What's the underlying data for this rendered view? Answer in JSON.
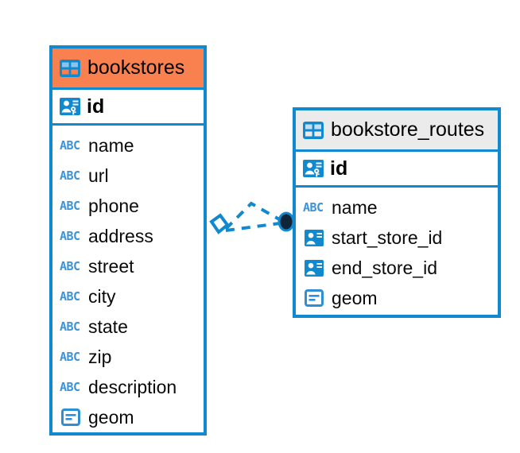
{
  "diagram": {
    "type": "entity-relationship-diagram",
    "background_color": "#ffffff",
    "accent_blue": "#1189CF",
    "header_orange": "#F9804F",
    "header_gray": "#EBEBEB",
    "icon_blue": "#1189CF",
    "abc_blue": "#3C93D8",
    "endpoint_dark": "#10253A"
  },
  "entities": [
    {
      "name": "bookstores",
      "title": "bookstores",
      "header_style": "accent",
      "table_icon": "table-icon",
      "primary_key": {
        "label": "id",
        "icon": "primary-key-icon"
      },
      "fields": [
        {
          "label": "name",
          "icon": "abc-text-icon",
          "icon_text": "ABC"
        },
        {
          "label": "url",
          "icon": "abc-text-icon",
          "icon_text": "ABC"
        },
        {
          "label": "phone",
          "icon": "abc-text-icon",
          "icon_text": "ABC"
        },
        {
          "label": "address",
          "icon": "abc-text-icon",
          "icon_text": "ABC"
        },
        {
          "label": "street",
          "icon": "abc-text-icon",
          "icon_text": "ABC"
        },
        {
          "label": "city",
          "icon": "abc-text-icon",
          "icon_text": "ABC"
        },
        {
          "label": "state",
          "icon": "abc-text-icon",
          "icon_text": "ABC"
        },
        {
          "label": "zip",
          "icon": "abc-text-icon",
          "icon_text": "ABC"
        },
        {
          "label": "description",
          "icon": "abc-text-icon",
          "icon_text": "ABC"
        },
        {
          "label": "geom",
          "icon": "geometry-icon",
          "icon_text": ""
        }
      ]
    },
    {
      "name": "bookstore_routes",
      "title": "bookstore_routes",
      "header_style": "plain",
      "table_icon": "table-icon",
      "primary_key": {
        "label": "id",
        "icon": "primary-key-icon"
      },
      "fields": [
        {
          "label": "name",
          "icon": "abc-text-icon",
          "icon_text": "ABC"
        },
        {
          "label": "start_store_id",
          "icon": "foreign-key-icon",
          "icon_text": ""
        },
        {
          "label": "end_store_id",
          "icon": "foreign-key-icon",
          "icon_text": ""
        },
        {
          "label": "geom",
          "icon": "geometry-icon",
          "icon_text": ""
        }
      ]
    }
  ],
  "relationship": {
    "name": "bookstores-to-bookstore_routes",
    "line_style": "dashed",
    "color": "#1189CF",
    "source_marker": "diamond-marker",
    "target_marker": "filled-circle-marker"
  }
}
